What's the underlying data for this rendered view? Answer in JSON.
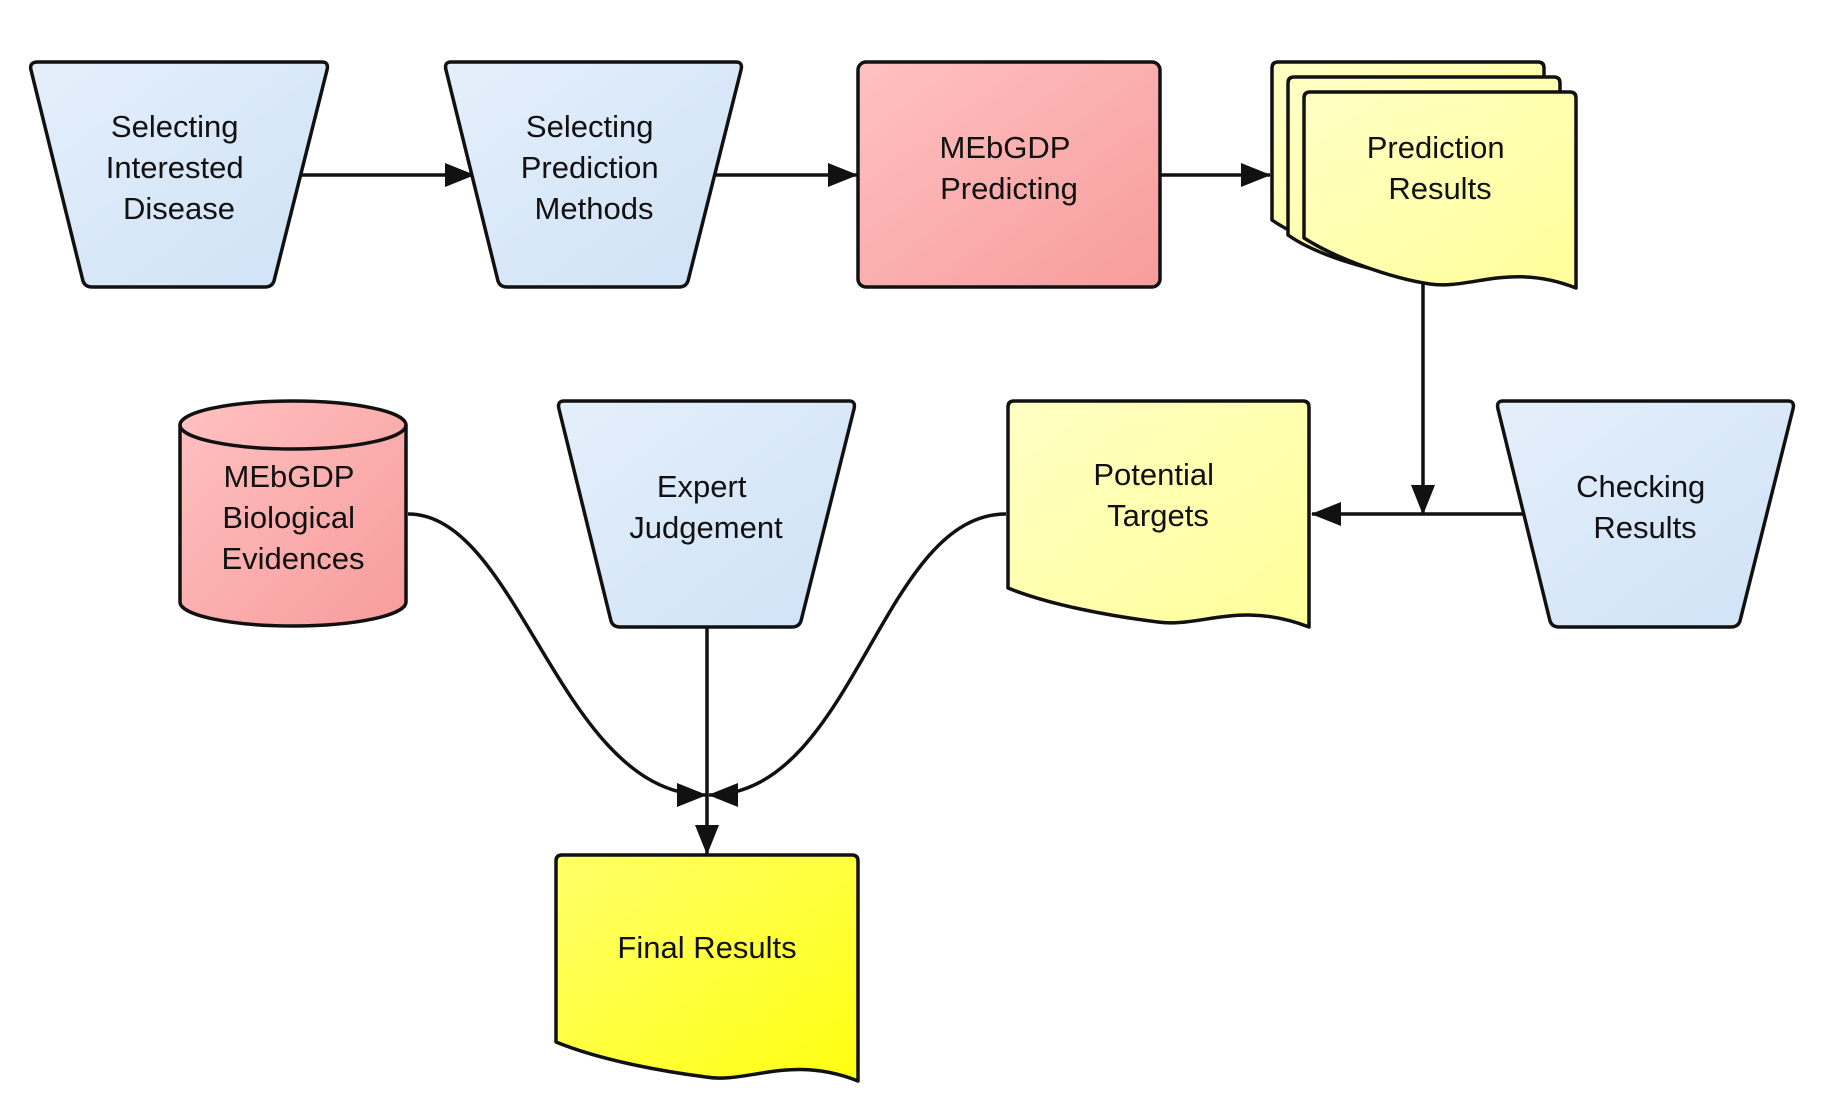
{
  "nodes": {
    "selecting_disease": {
      "lines": [
        "Selecting",
        "Interested",
        "Disease"
      ]
    },
    "selecting_methods": {
      "lines": [
        "Selecting",
        "Prediction",
        "Methods"
      ]
    },
    "mebgdp_predicting": {
      "lines": [
        "MEbGDP",
        "Predicting"
      ]
    },
    "prediction_results": {
      "lines": [
        "Prediction",
        "Results"
      ]
    },
    "checking_results": {
      "lines": [
        "Checking",
        "Results"
      ]
    },
    "potential_targets": {
      "lines": [
        "Potential",
        "Targets"
      ]
    },
    "expert_judgement": {
      "lines": [
        "Expert",
        "Judgement"
      ]
    },
    "biological_evidences": {
      "lines": [
        "MEbGDP",
        "Biological",
        "Evidences"
      ]
    },
    "final_results": {
      "lines": [
        "Final Results"
      ]
    }
  },
  "colors": {
    "blue_fill": "#d6e6f7",
    "red_fill": "#f9a9a9",
    "pale_yellow_fill": "#ffffa8",
    "bright_yellow_fill": "#ffff33",
    "stroke": "#111111"
  }
}
